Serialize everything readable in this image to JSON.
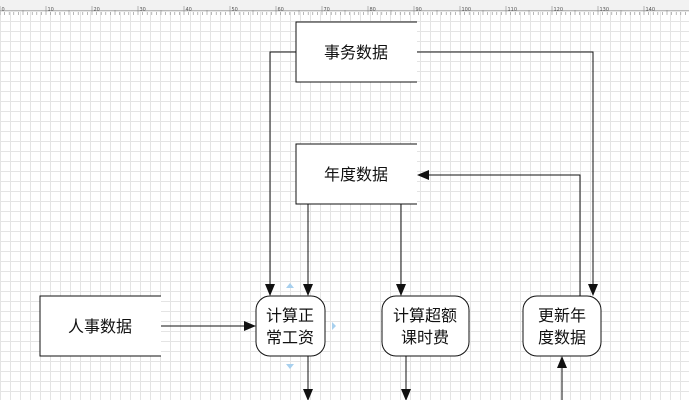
{
  "ruler": {
    "ticks": [
      "0",
      "10",
      "20",
      "30",
      "40",
      "50",
      "60",
      "70",
      "80",
      "90",
      "100",
      "110",
      "120",
      "130",
      "140"
    ]
  },
  "data_stores": [
    {
      "id": "affairs",
      "label": "事务数据"
    },
    {
      "id": "annual",
      "label": "年度数据"
    },
    {
      "id": "personnel",
      "label": "人事数据"
    }
  ],
  "processes": [
    {
      "id": "calc_salary",
      "lines": [
        "计算正",
        "常工资"
      ]
    },
    {
      "id": "calc_overtime",
      "lines": [
        "计算超额",
        "课时费"
      ]
    },
    {
      "id": "update_annual",
      "lines": [
        "更新年",
        "度数据"
      ]
    }
  ],
  "colors": {
    "line": "#111111",
    "grid": "#e4e4e4",
    "selection_handle": "#a8d0ee"
  }
}
